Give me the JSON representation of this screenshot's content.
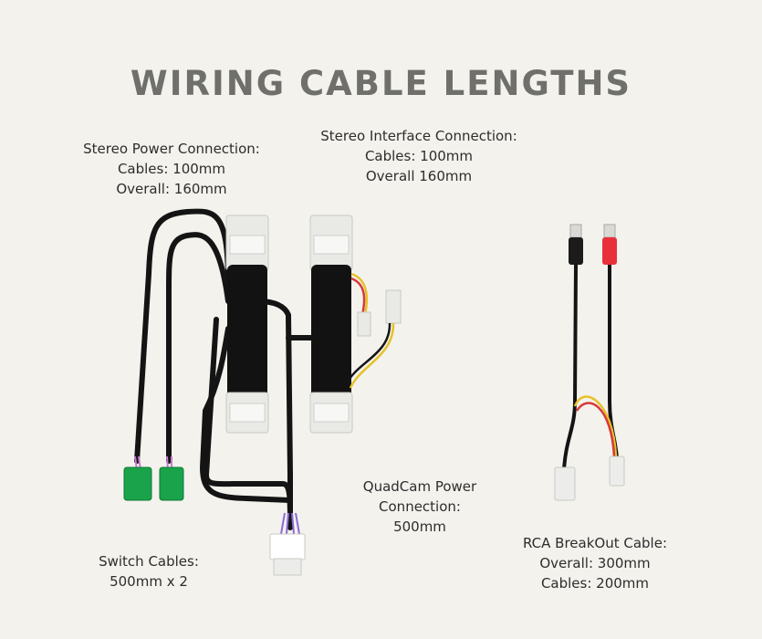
{
  "title": "Wiring Cable Lengths",
  "labels": {
    "stereo_power": {
      "line1": "Stereo Power Connection:",
      "line2": "Cables: 100mm",
      "line3": "Overall: 160mm"
    },
    "stereo_interface": {
      "line1": "Stereo Interface Connection:",
      "line2": "Cables: 100mm",
      "line3": "Overall 160mm"
    },
    "quadcam_power": {
      "line1": "QuadCam Power",
      "line2": "Connection:",
      "line3": "500mm"
    },
    "switch_cables": {
      "line1": "Switch Cables:",
      "line2": "500mm x 2"
    },
    "rca_breakout": {
      "line1": "RCA BreakOut Cable:",
      "line2": "Overall: 300mm",
      "line3": "Cables: 200mm"
    }
  },
  "colors": {
    "background": "#f4f2ed",
    "title": "#6f6f6c",
    "cable": "#141414",
    "connector_white": "#e9e9e6",
    "switch_connector": "#1aa34a",
    "rca_red": "#e8303a",
    "rca_black": "#1b1b1b"
  }
}
